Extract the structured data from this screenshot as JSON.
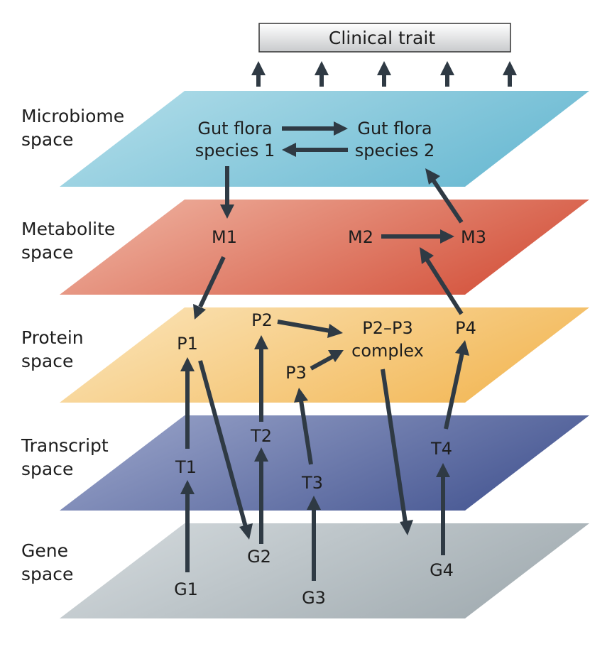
{
  "title": "Clinical trait",
  "layers": {
    "microbiome": {
      "label_line1": "Microbiome",
      "label_line2": "space"
    },
    "metabolite": {
      "label_line1": "Metabolite",
      "label_line2": "space"
    },
    "protein": {
      "label_line1": "Protein",
      "label_line2": "space"
    },
    "transcript": {
      "label_line1": "Transcript",
      "label_line2": "space"
    },
    "gene": {
      "label_line1": "Gene",
      "label_line2": "space"
    }
  },
  "nodes": {
    "gut1_line1": "Gut flora",
    "gut1_line2": "species 1",
    "gut2_line1": "Gut flora",
    "gut2_line2": "species 2",
    "M1": "M1",
    "M2": "M2",
    "M3": "M3",
    "P1": "P1",
    "P2": "P2",
    "P3": "P3",
    "P4": "P4",
    "P2P3_line1": "P2–P3",
    "P2P3_line2": "complex",
    "T1": "T1",
    "T2": "T2",
    "T3": "T3",
    "T4": "T4",
    "G1": "G1",
    "G2": "G2",
    "G3": "G3",
    "G4": "G4"
  },
  "colors": {
    "microbiome": "#8ecbdf",
    "metabolite": "#e07a62",
    "protein": "#f6cc84",
    "transcript": "#6a78ad",
    "gene": "#b9c2c6",
    "arrow": "#2f3a44"
  }
}
